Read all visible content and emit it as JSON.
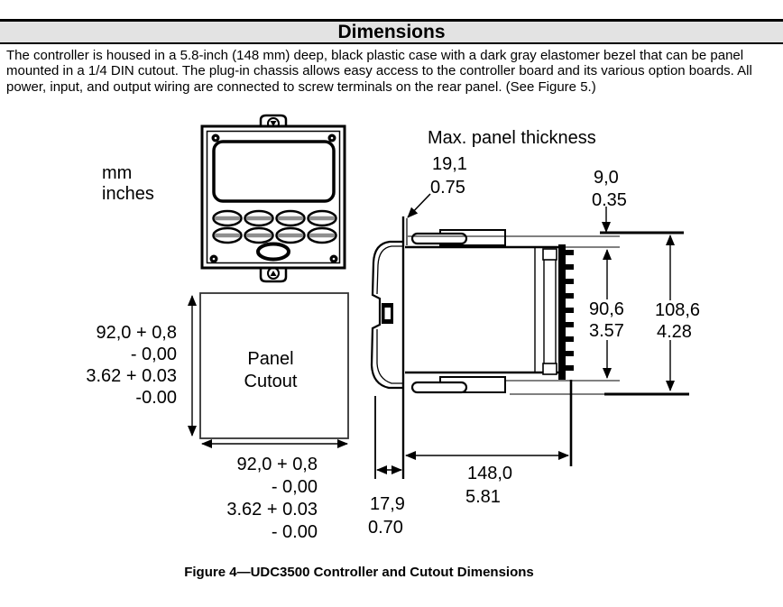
{
  "page": {
    "title": "Dimensions",
    "body_paragraph": "The controller is housed in a 5.8-inch (148 mm) deep, black plastic case with a dark gray elastomer bezel that can be panel mounted in a 1/4 DIN cutout. The plug-in chassis allows easy access to the controller board and its various option boards. All power, input, and output wiring are connected to screw terminals on the rear panel. (See Figure 5.)",
    "caption": "Figure 4—UDC3500 Controller and Cutout Dimensions"
  },
  "figure": {
    "units_mm": "mm",
    "units_inches": "inches",
    "max_panel_thickness": {
      "label": "Max. panel thickness",
      "mm": "19,1",
      "inches": "0.75"
    },
    "clip_offset": {
      "mm": "9,0",
      "inches": "0.35"
    },
    "case_height": {
      "mm": "90,6",
      "inches": "3.57"
    },
    "overall_height": {
      "mm": "108,6",
      "inches": "4.28"
    },
    "case_depth": {
      "mm": "148,0",
      "inches": "5.81"
    },
    "bezel_depth": {
      "mm": "17,9",
      "inches": "0.70"
    },
    "panel_cutout": {
      "label_line1": "Panel",
      "label_line2": "Cutout",
      "height_lines": [
        "92,0 + 0,8",
        "- 0,00",
        "3.62 + 0.03",
        "-0.00"
      ],
      "width_lines": [
        "92,0 + 0,8",
        "- 0,00",
        "3.62 + 0.03",
        "- 0.00"
      ]
    }
  },
  "colors": {
    "title_bar_bg": "#e3e3e3",
    "line": "#000000",
    "button_band": "#8f8f8f"
  }
}
